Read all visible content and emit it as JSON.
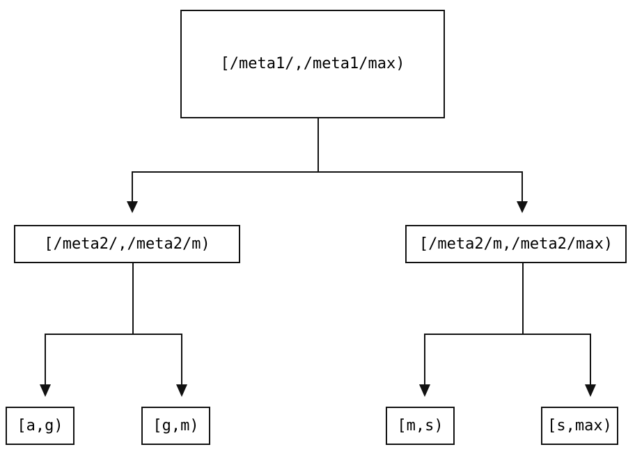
{
  "tree": {
    "root": {
      "label": "[/meta1/,/meta1/max)"
    },
    "children": [
      {
        "label": "[/meta2/,/meta2/m)"
      },
      {
        "label": "[/meta2/m,/meta2/max)"
      }
    ],
    "leaves": [
      {
        "label": "[a,g)"
      },
      {
        "label": "[g,m)"
      },
      {
        "label": "[m,s)"
      },
      {
        "label": "[s,max)"
      }
    ]
  },
  "colors": {
    "line": "#111111",
    "background": "#ffffff",
    "text": "#000000"
  }
}
